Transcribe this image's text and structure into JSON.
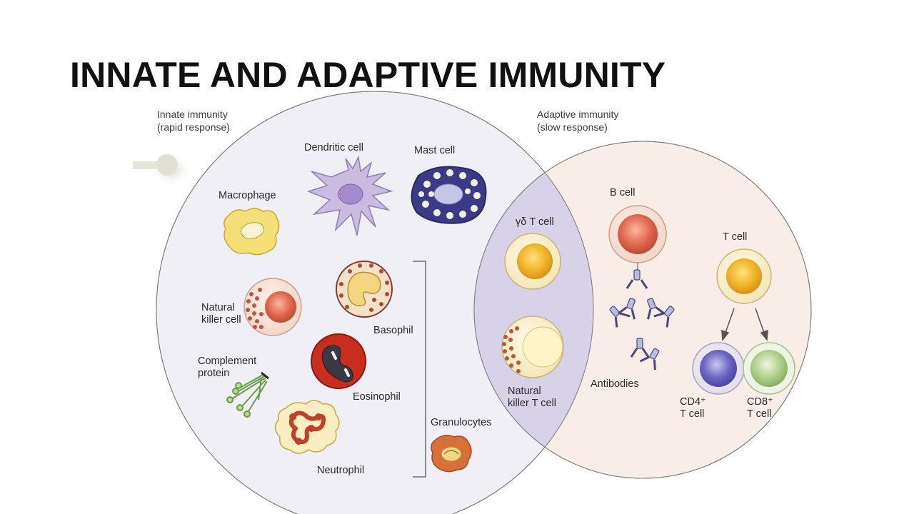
{
  "title": "INNATE AND ADAPTIVE IMMUNITY",
  "innate": {
    "line1": "Innate immunity",
    "line2": "(rapid response)"
  },
  "adaptive": {
    "line1": "Adaptive immunity",
    "line2": "(slow response)"
  },
  "cells": {
    "dendritic": "Dendritic cell",
    "mast": "Mast cell",
    "macrophage": "Macrophage",
    "nk_line1": "Natural",
    "nk_line2": "killer cell",
    "basophil": "Basophil",
    "complement_line1": "Complement",
    "complement_line2": "protein",
    "eosinophil": "Eosinophil",
    "neutrophil": "Neutrophil",
    "granulocytes": "Granulocytes",
    "gd_t_cell": "γδ T cell",
    "nkt_line1": "Natural",
    "nkt_line2": "killer T cell",
    "b_cell": "B cell",
    "antibodies": "Antibodies",
    "t_cell": "T cell",
    "cd4_line1": "CD4⁺",
    "cd4_line2": "T cell",
    "cd8_line1": "CD8⁺",
    "cd8_line2": "T cell"
  },
  "colors": {
    "innate_fill": "#efeff5",
    "adaptive_fill": "#f9ede8",
    "overlap_fill": "#d8d2e8"
  }
}
